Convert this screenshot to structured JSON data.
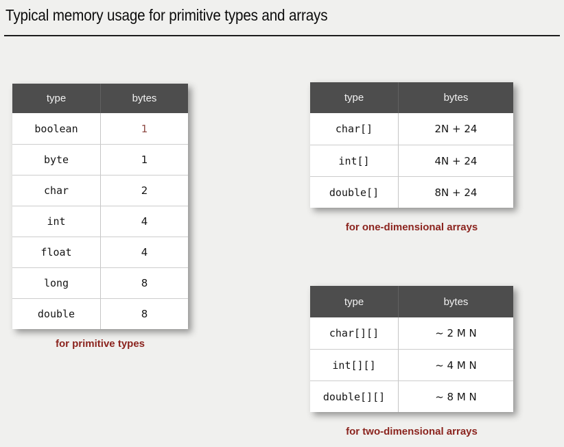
{
  "header": {
    "title": "Typical memory usage for primitive types and arrays"
  },
  "colors": {
    "page_bg": "#f0f0ee",
    "table_header_bg": "#4d4d4d",
    "caption_red": "#8b241e",
    "highlight_value_red": "#8e4a44"
  },
  "tables": {
    "primitive": {
      "columns": [
        "type",
        "bytes"
      ],
      "rows": [
        {
          "type": "boolean",
          "bytes": "1"
        },
        {
          "type": "byte",
          "bytes": "1"
        },
        {
          "type": "char",
          "bytes": "2"
        },
        {
          "type": "int",
          "bytes": "4"
        },
        {
          "type": "float",
          "bytes": "4"
        },
        {
          "type": "long",
          "bytes": "8"
        },
        {
          "type": "double",
          "bytes": "8"
        }
      ],
      "caption": "for primitive types"
    },
    "one_dim": {
      "columns": [
        "type",
        "bytes"
      ],
      "rows": [
        {
          "type": "char[]",
          "bytes": "2N + 24"
        },
        {
          "type": "int[]",
          "bytes": "4N + 24"
        },
        {
          "type": "double[]",
          "bytes": "8N + 24"
        }
      ],
      "caption": "for one-dimensional arrays"
    },
    "two_dim": {
      "columns": [
        "type",
        "bytes"
      ],
      "rows": [
        {
          "type": "char[][]",
          "bytes": "~ 2 M N"
        },
        {
          "type": "int[][]",
          "bytes": "~ 4 M N"
        },
        {
          "type": "double[][]",
          "bytes": "~ 8 M N"
        }
      ],
      "caption": "for two-dimensional arrays"
    }
  }
}
